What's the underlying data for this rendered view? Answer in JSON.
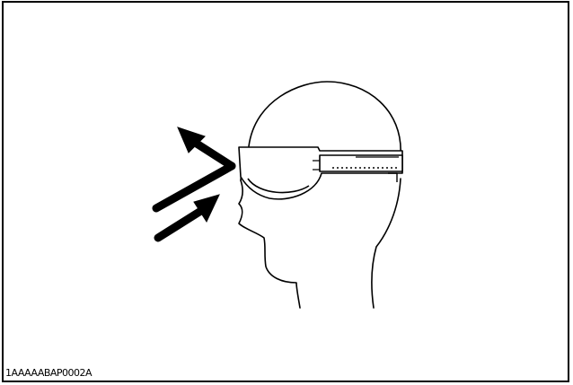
{
  "figure": {
    "code": "1AAAAABAP0002A",
    "line_color": "#000000",
    "background": "#ffffff",
    "subject": "head-with-safety-goggles",
    "arrows": [
      "flying-debris-arrow-upper",
      "flying-debris-arrow-lower"
    ]
  }
}
